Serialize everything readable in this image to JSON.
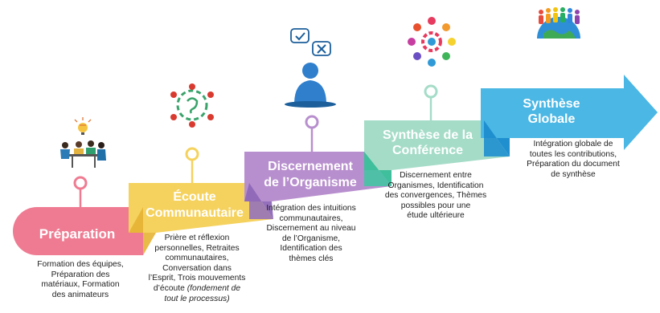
{
  "stages": [
    {
      "id": "preparation",
      "title": [
        "Préparation"
      ],
      "color": "#ef7b92",
      "description": [
        "Formation des équipes,",
        "Préparation des",
        "matériaux, Formation",
        "des animateurs"
      ],
      "icon": "team-meeting-icon"
    },
    {
      "id": "ecoute",
      "title": [
        "Écoute",
        "Communautaire"
      ],
      "color": "#f5d25e",
      "description": [
        "Prière et réflexion",
        "personnelles, Retraites",
        "communautaires,",
        "Conversation dans",
        "l’Esprit, Trois mouvements",
        "d’écoute"
      ],
      "description_italic": [
        "(fondement de",
        "tout le processus)"
      ],
      "icon": "circle-of-people-listening-icon"
    },
    {
      "id": "discernement",
      "title": [
        "Discernement",
        "de l’Organisme"
      ],
      "color": "#b88fce",
      "description": [
        "Intégration des intuitions",
        "communautaires,",
        "Discernement au niveau",
        "de l’Organisme,",
        "Identification des",
        "thèmes clés"
      ],
      "icon": "person-decision-icon"
    },
    {
      "id": "synthese-conference",
      "title": [
        "Synthèse de la",
        "Conférence"
      ],
      "color": "#a5dcc8",
      "description": [
        "Discernement entre",
        "Organismes, Identification",
        "des convergences, Thèmes",
        "possibles pour une",
        "étude ultérieure"
      ],
      "icon": "colorful-circle-of-people-icon"
    },
    {
      "id": "synthese-globale",
      "title": [
        "Synthèse",
        "Globale"
      ],
      "color": "#4bb7e4",
      "description": [
        "Intégration globale de",
        "toutes les contributions,",
        "Préparation du document",
        "de synthèse"
      ],
      "icon": "people-around-globe-icon"
    }
  ]
}
